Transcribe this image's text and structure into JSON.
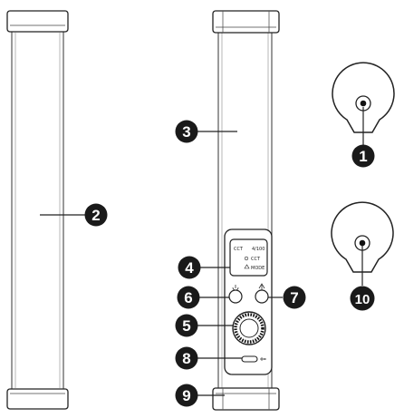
{
  "diagram": {
    "callouts": [
      "1",
      "2",
      "3",
      "4",
      "5",
      "6",
      "7",
      "8",
      "9",
      "10"
    ],
    "screen": {
      "top_left": "CCT",
      "top_right": "4/100",
      "row2": "CCT",
      "row3": "MODE"
    }
  }
}
